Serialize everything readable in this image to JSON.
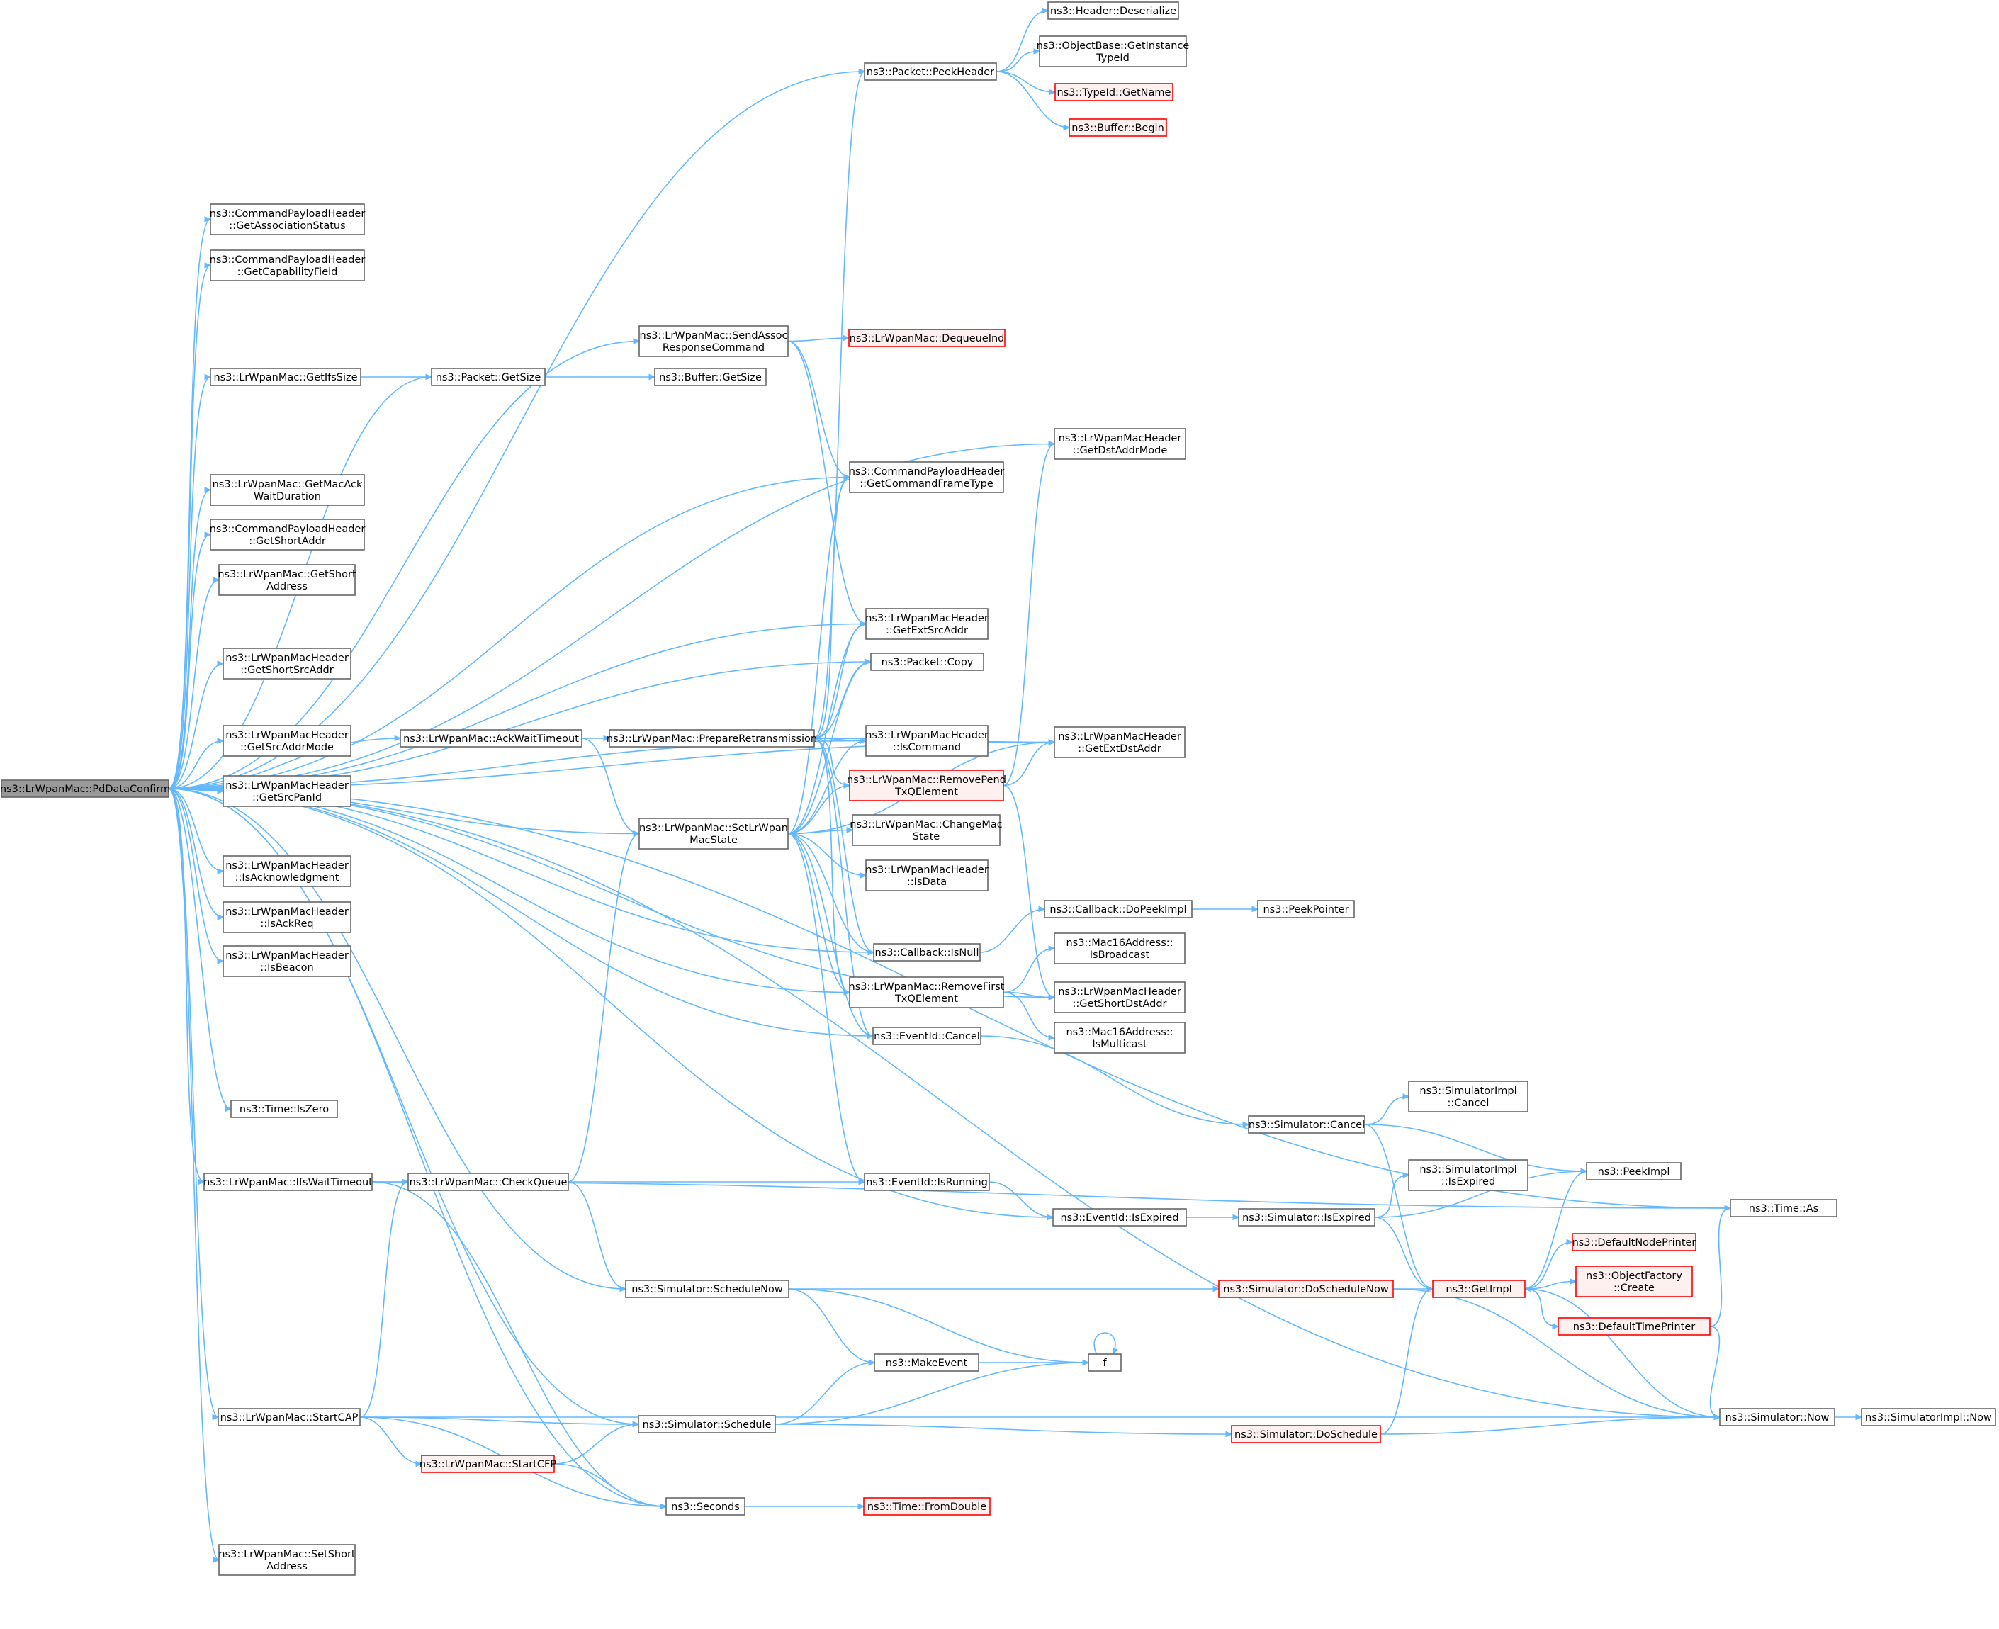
{
  "diagram": {
    "type": "call-graph",
    "colors": {
      "edge": "#63b8ff",
      "border": "#666666",
      "warning_border": "#ff0000",
      "root_fill": "#999999",
      "node_fill": "#ffffff"
    },
    "nodes": [
      {
        "id": "root",
        "lines": [
          "ns3::LrWpanMac::PdDataConfirm"
        ],
        "style": "root"
      },
      {
        "id": "peekHeader",
        "lines": [
          "ns3::Packet::PeekHeader"
        ]
      },
      {
        "id": "hdrDeser",
        "lines": [
          "ns3::Header::Deserialize"
        ]
      },
      {
        "id": "objBase",
        "lines": [
          "ns3::ObjectBase::GetInstance",
          "TypeId"
        ]
      },
      {
        "id": "typeIdName",
        "lines": [
          "ns3::TypeId::GetName"
        ],
        "style": "red"
      },
      {
        "id": "bufBegin",
        "lines": [
          "ns3::Buffer::Begin"
        ],
        "style": "red"
      },
      {
        "id": "cpAssoc",
        "lines": [
          "ns3::CommandPayloadHeader",
          "::GetAssociationStatus"
        ]
      },
      {
        "id": "cpCap",
        "lines": [
          "ns3::CommandPayloadHeader",
          "::GetCapabilityField"
        ]
      },
      {
        "id": "sendAssoc",
        "lines": [
          "ns3::LrWpanMac::SendAssoc",
          "ResponseCommand"
        ]
      },
      {
        "id": "dequeueInd",
        "lines": [
          "ns3::LrWpanMac::DequeueInd"
        ],
        "style": "red"
      },
      {
        "id": "getIfsSize",
        "lines": [
          "ns3::LrWpanMac::GetIfsSize"
        ]
      },
      {
        "id": "pktSize",
        "lines": [
          "ns3::Packet::GetSize"
        ]
      },
      {
        "id": "bufSize",
        "lines": [
          "ns3::Buffer::GetSize"
        ]
      },
      {
        "id": "dstAddrMode",
        "lines": [
          "ns3::LrWpanMacHeader",
          "::GetDstAddrMode"
        ]
      },
      {
        "id": "cmdFrameType",
        "lines": [
          "ns3::CommandPayloadHeader",
          "::GetCommandFrameType"
        ]
      },
      {
        "id": "macAckWait",
        "lines": [
          "ns3::LrWpanMac::GetMacAck",
          "WaitDuration"
        ]
      },
      {
        "id": "cpShortAddr",
        "lines": [
          "ns3::CommandPayloadHeader",
          "::GetShortAddr"
        ]
      },
      {
        "id": "getShortAddress",
        "lines": [
          "ns3::LrWpanMac::GetShort",
          "Address"
        ]
      },
      {
        "id": "extSrcAddr",
        "lines": [
          "ns3::LrWpanMacHeader",
          "::GetExtSrcAddr"
        ]
      },
      {
        "id": "shortSrcAddr",
        "lines": [
          "ns3::LrWpanMacHeader",
          "::GetShortSrcAddr"
        ]
      },
      {
        "id": "pktCopy",
        "lines": [
          "ns3::Packet::Copy"
        ]
      },
      {
        "id": "ackWaitTimeout",
        "lines": [
          "ns3::LrWpanMac::AckWaitTimeout"
        ]
      },
      {
        "id": "prepRetx",
        "lines": [
          "ns3::LrWpanMac::PrepareRetransmission"
        ]
      },
      {
        "id": "isCommand",
        "lines": [
          "ns3::LrWpanMacHeader",
          "::IsCommand"
        ]
      },
      {
        "id": "extDstAddr",
        "lines": [
          "ns3::LrWpanMacHeader",
          "::GetExtDstAddr"
        ]
      },
      {
        "id": "srcAddrMode",
        "lines": [
          "ns3::LrWpanMacHeader",
          "::GetSrcAddrMode"
        ]
      },
      {
        "id": "removePend",
        "lines": [
          "ns3::LrWpanMac::RemovePend",
          "TxQElement"
        ],
        "style": "red"
      },
      {
        "id": "srcPanId",
        "lines": [
          "ns3::LrWpanMacHeader",
          "::GetSrcPanId"
        ]
      },
      {
        "id": "setState",
        "lines": [
          "ns3::LrWpanMac::SetLrWpan",
          "MacState"
        ]
      },
      {
        "id": "changeMacState",
        "lines": [
          "ns3::LrWpanMac::ChangeMac",
          "State"
        ]
      },
      {
        "id": "isAck",
        "lines": [
          "ns3::LrWpanMacHeader",
          "::IsAcknowledgment"
        ]
      },
      {
        "id": "isData",
        "lines": [
          "ns3::LrWpanMacHeader",
          "::IsData"
        ]
      },
      {
        "id": "doPeekImpl",
        "lines": [
          "ns3::Callback::DoPeekImpl"
        ]
      },
      {
        "id": "peekPointer",
        "lines": [
          "ns3::PeekPointer"
        ]
      },
      {
        "id": "isAckReq",
        "lines": [
          "ns3::LrWpanMacHeader",
          "::IsAckReq"
        ]
      },
      {
        "id": "cbIsNull",
        "lines": [
          "ns3::Callback::IsNull"
        ]
      },
      {
        "id": "isBroadcast",
        "lines": [
          "ns3::Mac16Address::",
          "IsBroadcast"
        ]
      },
      {
        "id": "isBeacon",
        "lines": [
          "ns3::LrWpanMacHeader",
          "::IsBeacon"
        ]
      },
      {
        "id": "removeFirst",
        "lines": [
          "ns3::LrWpanMac::RemoveFirst",
          "TxQElement"
        ]
      },
      {
        "id": "shortDstAddr",
        "lines": [
          "ns3::LrWpanMacHeader",
          "::GetShortDstAddr"
        ]
      },
      {
        "id": "eventCancel",
        "lines": [
          "ns3::EventId::Cancel"
        ]
      },
      {
        "id": "isMulticast",
        "lines": [
          "ns3::Mac16Address::",
          "IsMulticast"
        ]
      },
      {
        "id": "simImplCancel",
        "lines": [
          "ns3::SimulatorImpl",
          "::Cancel"
        ]
      },
      {
        "id": "timeIsZero",
        "lines": [
          "ns3::Time::IsZero"
        ]
      },
      {
        "id": "simCancel",
        "lines": [
          "ns3::Simulator::Cancel"
        ]
      },
      {
        "id": "peekImpl",
        "lines": [
          "ns3::PeekImpl"
        ]
      },
      {
        "id": "ifsWait",
        "lines": [
          "ns3::LrWpanMac::IfsWaitTimeout"
        ]
      },
      {
        "id": "checkQueue",
        "lines": [
          "ns3::LrWpanMac::CheckQueue"
        ]
      },
      {
        "id": "eventIsRunning",
        "lines": [
          "ns3::EventId::IsRunning"
        ]
      },
      {
        "id": "simImplIsExpired",
        "lines": [
          "ns3::SimulatorImpl",
          "::IsExpired"
        ]
      },
      {
        "id": "eventIsExpired",
        "lines": [
          "ns3::EventId::IsExpired"
        ]
      },
      {
        "id": "simIsExpired",
        "lines": [
          "ns3::Simulator::IsExpired"
        ]
      },
      {
        "id": "timeAs",
        "lines": [
          "ns3::Time::As"
        ]
      },
      {
        "id": "defNodePrinter",
        "lines": [
          "ns3::DefaultNodePrinter"
        ],
        "style": "red"
      },
      {
        "id": "scheduleNow",
        "lines": [
          "ns3::Simulator::ScheduleNow"
        ]
      },
      {
        "id": "doScheduleNow",
        "lines": [
          "ns3::Simulator::DoScheduleNow"
        ],
        "style": "red"
      },
      {
        "id": "getImpl",
        "lines": [
          "ns3::GetImpl"
        ],
        "style": "red"
      },
      {
        "id": "objFactory",
        "lines": [
          "ns3::ObjectFactory",
          "::Create"
        ],
        "style": "red"
      },
      {
        "id": "defTimePrinter",
        "lines": [
          "ns3::DefaultTimePrinter"
        ],
        "style": "red"
      },
      {
        "id": "makeEvent",
        "lines": [
          "ns3::MakeEvent"
        ]
      },
      {
        "id": "f",
        "lines": [
          "f"
        ]
      },
      {
        "id": "startCAP",
        "lines": [
          "ns3::LrWpanMac::StartCAP"
        ]
      },
      {
        "id": "schedule",
        "lines": [
          "ns3::Simulator::Schedule"
        ]
      },
      {
        "id": "doSchedule",
        "lines": [
          "ns3::Simulator::DoSchedule"
        ],
        "style": "red"
      },
      {
        "id": "simNow",
        "lines": [
          "ns3::Simulator::Now"
        ]
      },
      {
        "id": "simImplNow",
        "lines": [
          "ns3::SimulatorImpl::Now"
        ]
      },
      {
        "id": "startCFP",
        "lines": [
          "ns3::LrWpanMac::StartCFP"
        ],
        "style": "red"
      },
      {
        "id": "seconds",
        "lines": [
          "ns3::Seconds"
        ]
      },
      {
        "id": "fromDouble",
        "lines": [
          "ns3::Time::FromDouble"
        ],
        "style": "red"
      },
      {
        "id": "setShortAddress",
        "lines": [
          "ns3::LrWpanMac::SetShort",
          "Address"
        ]
      }
    ],
    "edges": [
      [
        "root",
        "peekHeader"
      ],
      [
        "root",
        "cpAssoc"
      ],
      [
        "root",
        "cpCap"
      ],
      [
        "root",
        "sendAssoc"
      ],
      [
        "root",
        "getIfsSize"
      ],
      [
        "root",
        "pktSize"
      ],
      [
        "root",
        "dstAddrMode"
      ],
      [
        "root",
        "cmdFrameType"
      ],
      [
        "root",
        "macAckWait"
      ],
      [
        "root",
        "cpShortAddr"
      ],
      [
        "root",
        "getShortAddress"
      ],
      [
        "root",
        "extSrcAddr"
      ],
      [
        "root",
        "shortSrcAddr"
      ],
      [
        "root",
        "pktCopy"
      ],
      [
        "root",
        "ackWaitTimeout"
      ],
      [
        "root",
        "isCommand"
      ],
      [
        "root",
        "extDstAddr"
      ],
      [
        "root",
        "srcAddrMode"
      ],
      [
        "root",
        "srcPanId"
      ],
      [
        "root",
        "setState"
      ],
      [
        "root",
        "isAck"
      ],
      [
        "root",
        "isAckReq"
      ],
      [
        "root",
        "cbIsNull"
      ],
      [
        "root",
        "isBeacon"
      ],
      [
        "root",
        "removeFirst"
      ],
      [
        "root",
        "shortDstAddr"
      ],
      [
        "root",
        "eventCancel"
      ],
      [
        "root",
        "timeIsZero"
      ],
      [
        "root",
        "ifsWait"
      ],
      [
        "root",
        "eventIsExpired"
      ],
      [
        "root",
        "timeAs"
      ],
      [
        "root",
        "scheduleNow"
      ],
      [
        "root",
        "startCAP"
      ],
      [
        "root",
        "schedule"
      ],
      [
        "root",
        "seconds"
      ],
      [
        "root",
        "simNow"
      ],
      [
        "root",
        "setShortAddress"
      ],
      [
        "peekHeader",
        "hdrDeser"
      ],
      [
        "peekHeader",
        "objBase"
      ],
      [
        "peekHeader",
        "typeIdName"
      ],
      [
        "peekHeader",
        "bufBegin"
      ],
      [
        "sendAssoc",
        "dequeueInd"
      ],
      [
        "sendAssoc",
        "cmdFrameType"
      ],
      [
        "sendAssoc",
        "extSrcAddr"
      ],
      [
        "getIfsSize",
        "pktSize"
      ],
      [
        "pktSize",
        "bufSize"
      ],
      [
        "ackWaitTimeout",
        "prepRetx"
      ],
      [
        "ackWaitTimeout",
        "setState"
      ],
      [
        "prepRetx",
        "peekHeader"
      ],
      [
        "prepRetx",
        "cmdFrameType"
      ],
      [
        "prepRetx",
        "extSrcAddr"
      ],
      [
        "prepRetx",
        "pktCopy"
      ],
      [
        "prepRetx",
        "isCommand"
      ],
      [
        "prepRetx",
        "extDstAddr"
      ],
      [
        "prepRetx",
        "removePend"
      ],
      [
        "prepRetx",
        "cbIsNull"
      ],
      [
        "prepRetx",
        "removeFirst"
      ],
      [
        "prepRetx",
        "eventCancel"
      ],
      [
        "removePend",
        "extDstAddr"
      ],
      [
        "removePend",
        "dstAddrMode"
      ],
      [
        "removePend",
        "shortDstAddr"
      ],
      [
        "setState",
        "cmdFrameType"
      ],
      [
        "setState",
        "extSrcAddr"
      ],
      [
        "setState",
        "pktCopy"
      ],
      [
        "setState",
        "isCommand"
      ],
      [
        "setState",
        "removePend"
      ],
      [
        "setState",
        "changeMacState"
      ],
      [
        "setState",
        "isData"
      ],
      [
        "setState",
        "extDstAddr"
      ],
      [
        "setState",
        "cbIsNull"
      ],
      [
        "setState",
        "removeFirst"
      ],
      [
        "setState",
        "eventCancel"
      ],
      [
        "setState",
        "eventIsRunning"
      ],
      [
        "cbIsNull",
        "doPeekImpl"
      ],
      [
        "doPeekImpl",
        "peekPointer"
      ],
      [
        "removeFirst",
        "isBroadcast"
      ],
      [
        "removeFirst",
        "shortDstAddr"
      ],
      [
        "removeFirst",
        "isMulticast"
      ],
      [
        "eventCancel",
        "simCancel"
      ],
      [
        "simCancel",
        "simImplCancel"
      ],
      [
        "simCancel",
        "peekImpl"
      ],
      [
        "simCancel",
        "getImpl"
      ],
      [
        "ifsWait",
        "timeAs"
      ],
      [
        "ifsWait",
        "checkQueue"
      ],
      [
        "ifsWait",
        "seconds"
      ],
      [
        "checkQueue",
        "setState"
      ],
      [
        "checkQueue",
        "eventIsRunning"
      ],
      [
        "checkQueue",
        "scheduleNow"
      ],
      [
        "eventIsRunning",
        "eventIsExpired"
      ],
      [
        "eventIsExpired",
        "simIsExpired"
      ],
      [
        "simIsExpired",
        "simImplIsExpired"
      ],
      [
        "simIsExpired",
        "peekImpl"
      ],
      [
        "simIsExpired",
        "getImpl"
      ],
      [
        "scheduleNow",
        "doScheduleNow"
      ],
      [
        "scheduleNow",
        "makeEvent"
      ],
      [
        "scheduleNow",
        "f"
      ],
      [
        "doScheduleNow",
        "getImpl"
      ],
      [
        "doScheduleNow",
        "simNow"
      ],
      [
        "getImpl",
        "peekImpl"
      ],
      [
        "getImpl",
        "defNodePrinter"
      ],
      [
        "getImpl",
        "objFactory"
      ],
      [
        "getImpl",
        "defTimePrinter"
      ],
      [
        "defTimePrinter",
        "timeAs"
      ],
      [
        "defTimePrinter",
        "simNow"
      ],
      [
        "makeEvent",
        "f"
      ],
      [
        "f",
        "f"
      ],
      [
        "startCAP",
        "checkQueue"
      ],
      [
        "startCAP",
        "schedule"
      ],
      [
        "startCAP",
        "simNow"
      ],
      [
        "startCAP",
        "startCFP"
      ],
      [
        "startCAP",
        "seconds"
      ],
      [
        "schedule",
        "makeEvent"
      ],
      [
        "schedule",
        "f"
      ],
      [
        "schedule",
        "doSchedule"
      ],
      [
        "doSchedule",
        "getImpl"
      ],
      [
        "doSchedule",
        "simNow"
      ],
      [
        "simNow",
        "getImpl"
      ],
      [
        "simNow",
        "simImplNow"
      ],
      [
        "startCFP",
        "schedule"
      ],
      [
        "startCFP",
        "seconds"
      ],
      [
        "seconds",
        "fromDouble"
      ]
    ]
  }
}
